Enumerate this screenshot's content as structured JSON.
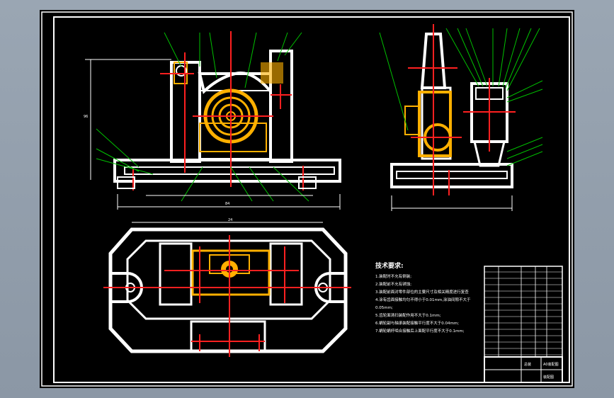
{
  "drawing": {
    "technical_requirements": {
      "title": "技术要求:",
      "items": [
        "1.装配时不允有倒装;",
        "2.装配前不允有锈蚀;",
        "3.装配前面对零件部位的主要尺寸及相关精度进行复查",
        "4.涂有齿面接触均匀不得小于0.01mm,涂油间隙不大于",
        "0.05mm;",
        "5.齿轮面清扫装配作用不大于0.1mm;",
        "6.蜗轮副与轴承装配接触平行度不大于0.04mm;",
        "7.蜗轮蜗杆啮合接触后上面配平行度不大于0.1mm;"
      ]
    },
    "title_block": {
      "drawing_name": "装配图",
      "part_label": "总装",
      "code": "A0装配图"
    },
    "dimensions": {
      "overall_length": "84",
      "height_left": "96",
      "plan_width": "24"
    }
  },
  "colors": {
    "background_frame": "#8b97a5",
    "sheet": "#000000",
    "outline": "#ffffff",
    "center_line": "#ff2020",
    "highlight": "#ffb000",
    "leader": "#00c000"
  }
}
